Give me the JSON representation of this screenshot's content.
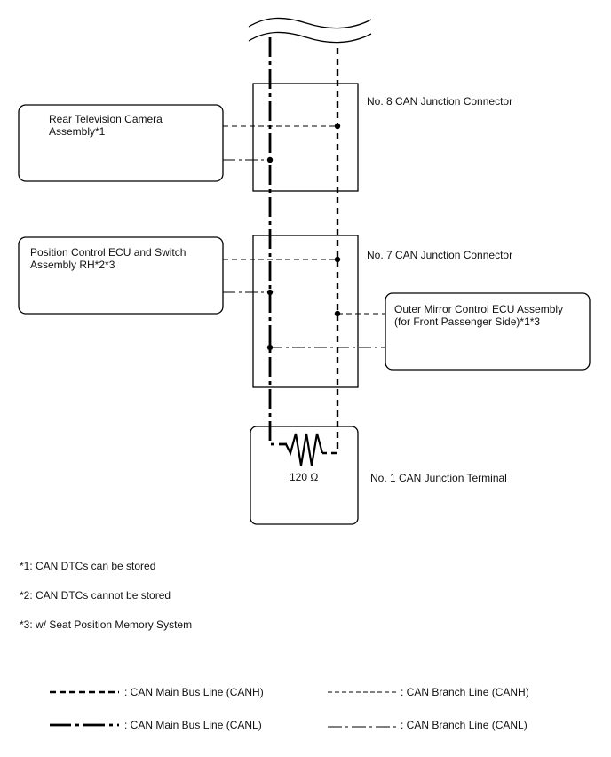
{
  "devices": {
    "rear_camera": {
      "line1": "Rear Television Camera",
      "line2": "Assembly*1"
    },
    "position_ecu": {
      "line1": "Position Control ECU and Switch",
      "line2": "Assembly RH*2*3"
    },
    "outer_mirror": {
      "line1": "Outer Mirror Control ECU Assembly",
      "line2": "(for Front Passenger Side)*1*3"
    }
  },
  "junctions": {
    "no8": "No. 8 CAN Junction Connector",
    "no7": "No. 7 CAN Junction Connector",
    "no1": "No. 1 CAN Junction Terminal"
  },
  "resistor_label": "120 Ω",
  "notes": [
    "*1: CAN DTCs can be stored",
    "*2: CAN DTCs cannot be stored",
    "*3: w/ Seat Position Memory System"
  ],
  "legend": {
    "main_canh": ": CAN Main Bus Line (CANH)",
    "main_canl": ": CAN Main Bus Line (CANL)",
    "branch_canh": ": CAN Branch Line (CANH)",
    "branch_canl": ": CAN Branch Line (CANL)"
  }
}
